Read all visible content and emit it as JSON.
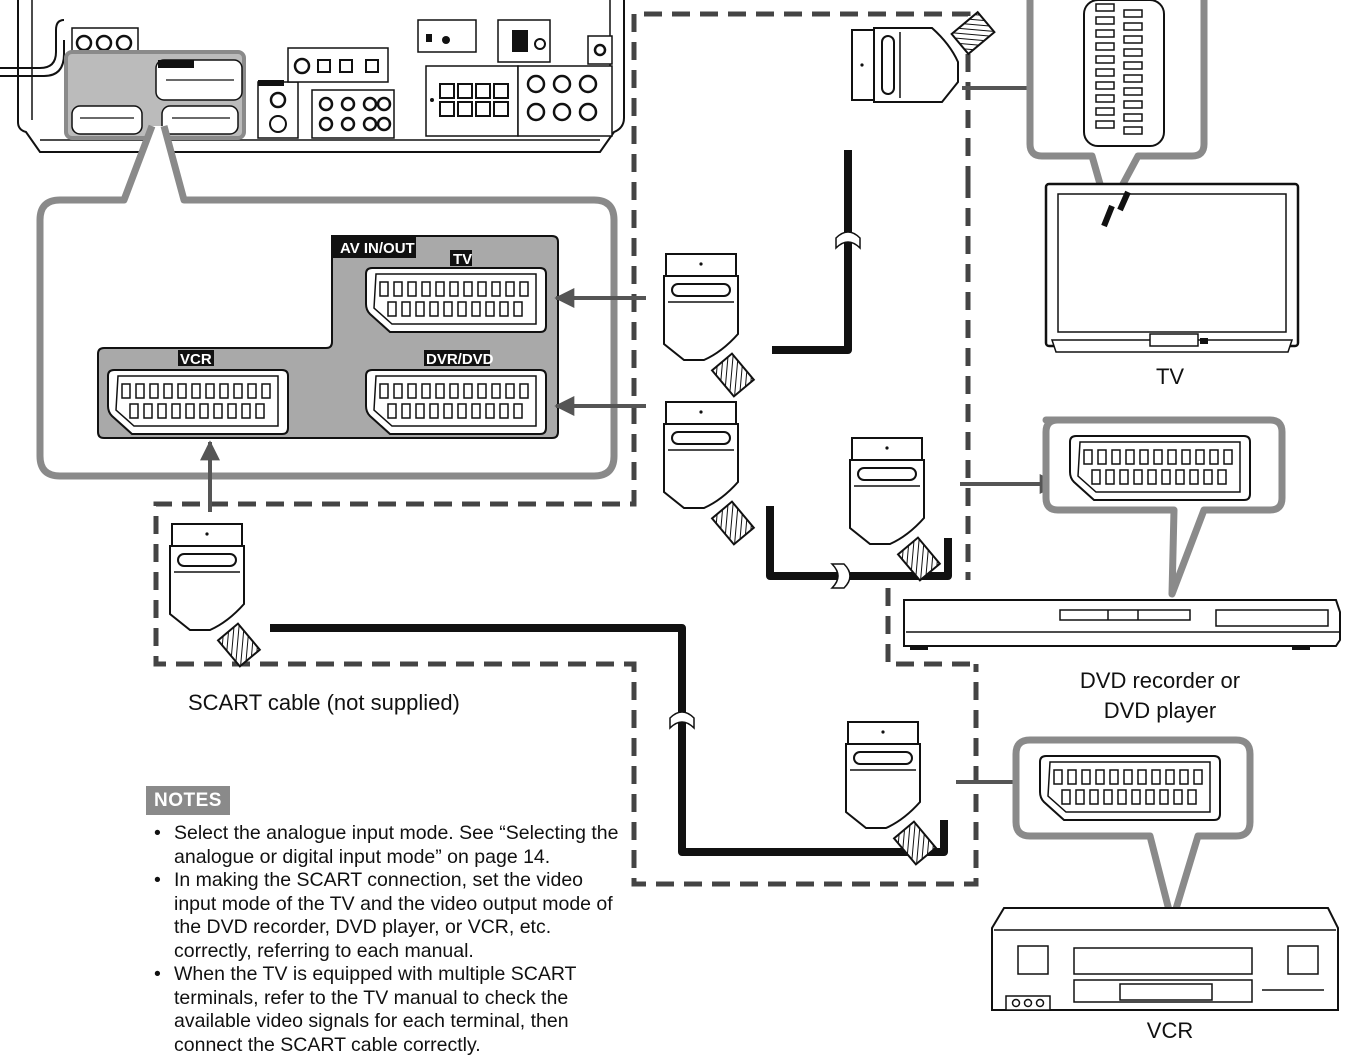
{
  "panel": {
    "header": "AV IN/OUT",
    "jack_tv": "TV",
    "jack_vcr": "VCR",
    "jack_dvr": "DVR/DVD"
  },
  "devices": {
    "tv_label": "TV",
    "dvd_label_line1": "DVD recorder or",
    "dvd_label_line2": "DVD player",
    "vcr_label": "VCR"
  },
  "cable_caption": "SCART cable (not supplied)",
  "notes": {
    "heading": "NOTES",
    "items": [
      "Select the analogue input mode. See “Selecting the analogue or digital input mode” on page 14.",
      "In making the SCART connection, set the video input mode of the TV and the video output mode of the DVD recorder, DVD player, or VCR, etc. correctly, referring to each manual.",
      "When the TV is equipped with multiple SCART terminals, refer to the TV manual to check the available video signals for each terminal, then connect the SCART cable correctly."
    ]
  },
  "colors": {
    "panel_fill": "#a9a9a9",
    "callout_stroke": "#8a8a8a",
    "line": "#111111",
    "notes_badge": "#8a8a8a"
  }
}
